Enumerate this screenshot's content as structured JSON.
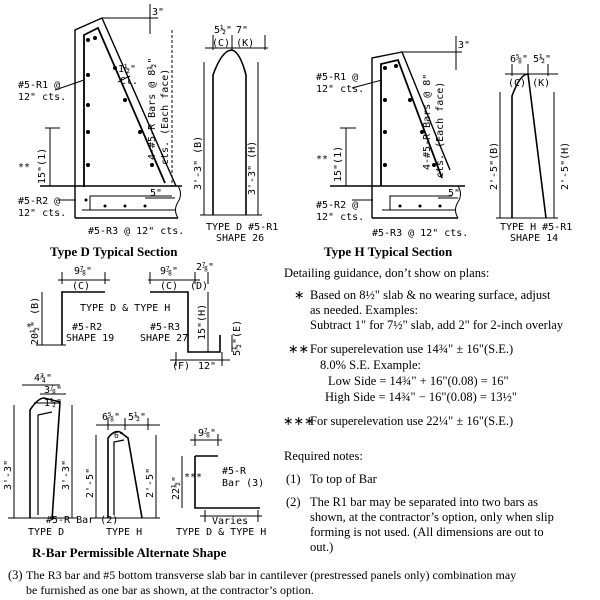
{
  "captions": {
    "type_d": "Type D Typical Section",
    "type_h": "Type H Typical Section",
    "alt_shape": "R-Bar Permissible Alternate Shape"
  },
  "type_d_section": {
    "top_dim": "3\"",
    "r1": [
      "#5-R1 @",
      "12\" cts."
    ],
    "r4": [
      "4-#5-R Bars @ 8½\"",
      "cts. (Each face)"
    ],
    "clear": [
      "1½\"",
      "Cl."
    ],
    "star_dim": [
      "**",
      "15\"(1)"
    ],
    "bottom_dim": "5\"",
    "r2": [
      "#5-R2 @",
      "12\" cts."
    ],
    "r3": "#5-R3 @ 12\" cts."
  },
  "shape_26": {
    "c_dim": "5½\"",
    "k_dim": "7\"",
    "labels": "(C) (K)",
    "b_dim": "3'-3\" (B)",
    "h_dim": "3'-3\" (H)",
    "title": [
      "TYPE D #5-R1",
      "SHAPE 26"
    ]
  },
  "type_h_section": {
    "top_dim": "3\"",
    "r1": [
      "#5-R1 @",
      "12\" cts."
    ],
    "r4": [
      "4-#5-R Bars @ 8\"",
      "cts. (Each face)"
    ],
    "star_dim": [
      "**",
      "15\"(1)"
    ],
    "bottom_dim": "5\"",
    "r2": [
      "#5-R2 @",
      "12\" cts."
    ],
    "r3": "#5-R3 @ 12\" cts."
  },
  "shape_14": {
    "c_dim": "6⅝\"",
    "k_dim": "5½\"",
    "labels": "(C) (K)",
    "b_dim": "2'-5\"(B)",
    "h_dim": "2'-5\"(H)",
    "title": [
      "TYPE H #5-R1",
      "SHAPE 14"
    ]
  },
  "shape_19": {
    "c_dim": "9⅞\"",
    "c_label": "(C)",
    "b_dim": "20½\" (B)",
    "star": "*",
    "title": [
      "#5-R2",
      "SHAPE 19"
    ]
  },
  "mid_label": "TYPE D & TYPE H",
  "shape_27": {
    "c_dim": "9⅞\"",
    "d_dim": "2⅞\"",
    "c_label": "(C)",
    "d_label": "(D)",
    "h_dim": "15\"(H)",
    "e_dim": "5½\"(E)",
    "f_label": "(F)",
    "f_dim": "12\"",
    "title": [
      "#5-R3",
      "SHAPE 27"
    ]
  },
  "notes": {
    "heading": "Detailing guidance, don’t show on plans:",
    "n1_sym": "∗",
    "n1": [
      "Based on 8½\" slab & no wearing surface, adjust",
      "as needed. Examples:",
      "Subtract 1\" for 7½\" slab, add 2\" for 2-inch overlay"
    ],
    "n2_sym": "∗∗",
    "n2": [
      "For superelevation use 14¾\" ± 16\"(S.E.)",
      "8.0% S.E. Example:",
      "Low Side = 14¾\" + 16\"(0.08) = 16\"",
      "High Side = 14¾\" − 16\"(0.08) = 13½\""
    ],
    "n3_sym": "∗∗∗",
    "n3": "For superelevation use 22¼\" ± 16\"(S.E.)",
    "req_heading": "Required notes:",
    "r1_num": "(1)",
    "r1": "To top of Bar",
    "r2_num": "(2)",
    "r2": [
      "The R1 bar may be separated into two bars as",
      "shown, at the contractor’s option, only when slip",
      "forming is not used. (All dimensions are out to",
      "out.)"
    ],
    "r3_num": "(3)",
    "r3": [
      "The R3 bar and #5 bottom transverse slab bar in cantilever (prestressed panels only) combination may",
      "be furnished as one bar as shown, at the contractor’s option."
    ]
  },
  "alt_d": {
    "top_dim": "4¾\"",
    "dim2": "3⅞\"",
    "dim3": "1½\"",
    "left_dim": "3'-3\"",
    "right_dim": "3'-3\"",
    "label_d": "TYPE D",
    "bar_label": "#5-R Bar (2)"
  },
  "alt_h": {
    "dim1": "6⅝\"",
    "dim2": "5½\"",
    "inner": "6\"",
    "left_dim": "2'-5\"",
    "right_dim": "2'-5\"",
    "label_h": "TYPE H"
  },
  "alt_bar3": {
    "top_dim": "9⅞\"",
    "bar_label": [
      "#5-R",
      "Bar (3)"
    ],
    "dim": "22½\"",
    "stars": "***",
    "varies": "Varies",
    "label": "TYPE D & TYPE H"
  }
}
